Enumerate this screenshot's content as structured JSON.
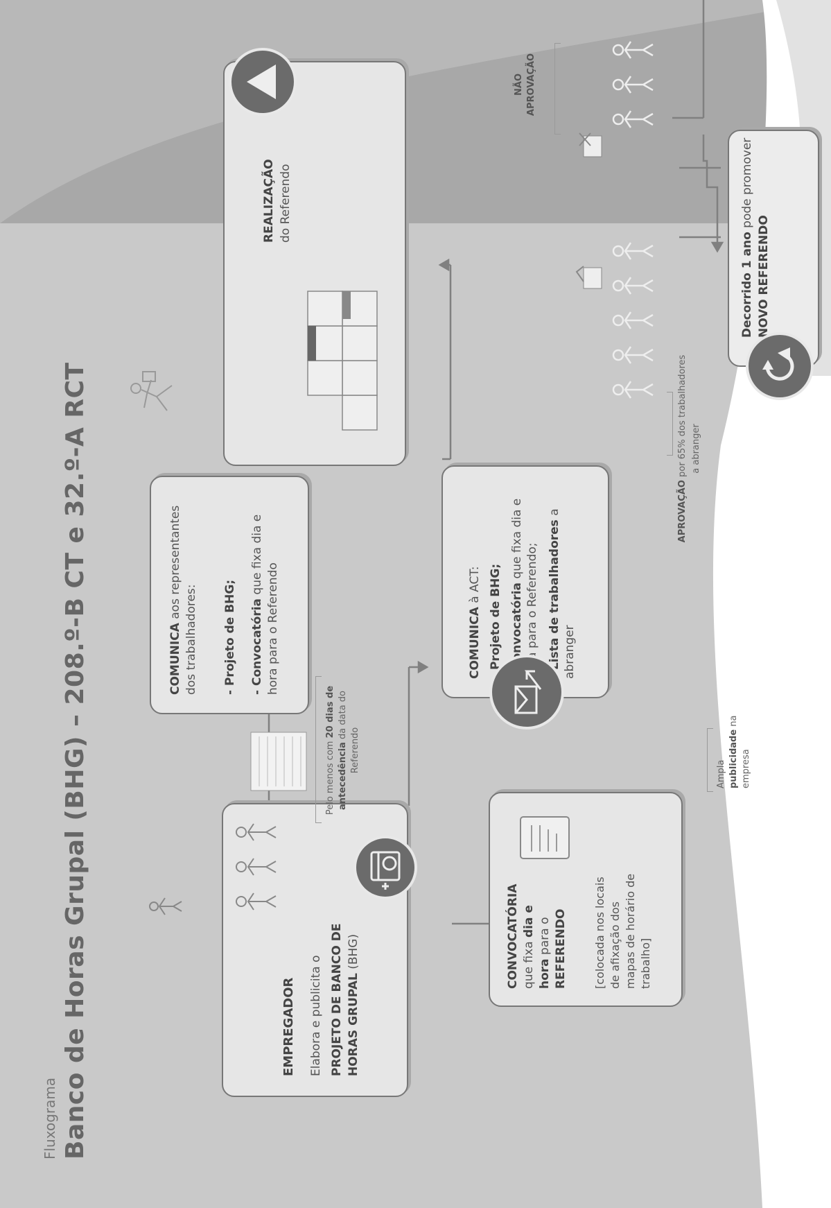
{
  "subtitle": "Fluxograma",
  "title": "Banco de Horas Grupal (BHG) – 208.º-B CT e 32.º-A RCT",
  "empregador": {
    "heading": "EMPREGADOR",
    "line1": "Elabora e publicita o",
    "line2_bold": "PROJETO DE BANCO DE HORAS GRUPAL",
    "line2_tail": "(BHG)"
  },
  "comunica_rep": {
    "lead_bold": "COMUNICA",
    "lead_tail": "aos representantes dos trabalhadores:",
    "item1": "- Projeto de BHG;",
    "item2_bold": "- Convocatória",
    "item2_tail": "que fixa dia e hora para o Referendo"
  },
  "antecedencia": {
    "pre": "Pelo menos com",
    "bold": "20 dias de antecedência",
    "post": "da data do Referendo"
  },
  "comunica_act": {
    "lead_bold": "COMUNICA",
    "lead_tail": "à ACT:",
    "item1": "- Projeto de BHG;",
    "item2_bold": "- Convocatória",
    "item2_tail": "que fixa dia e hora para o Referendo;",
    "item3_bold": "- Lista de trabalhadores",
    "item3_tail": "a abranger"
  },
  "convocatoria": {
    "bold1": "CONVOCATÓRIA",
    "t1": "que fixa",
    "bold2": "dia e hora",
    "t2": "para o",
    "bold3": "REFERENDO",
    "note": "[colocada nos locais de afixação dos mapas de horário de trabalho]"
  },
  "publicidade": {
    "pre": "Ampla",
    "bold": "publicidade",
    "post": "na empresa"
  },
  "realizacao": {
    "bold": "REALIZAÇÃO",
    "tail": "do Referendo"
  },
  "aprovacao": {
    "bold": "APROVAÇÃO",
    "tail": "por 65% dos trabalhadores a abranger"
  },
  "nao_aprovacao": {
    "line1": "NÃO",
    "line2": "APROVAÇÃO"
  },
  "decorrido": {
    "bold1": "Decorrido 1 ano",
    "t1": "pode promover",
    "bold2": "NOVO REFERENDO"
  },
  "colors": {
    "background": "#c9c9c9",
    "box_fill": "#e6e6e6",
    "circle": "#6b6b6b",
    "connector": "#808080",
    "band": "#a6a6a6"
  },
  "icons": [
    "people-icon",
    "calendar-plus-icon",
    "running-person-icon",
    "ballot-boxes-icon",
    "send-mail-icon",
    "document-icon",
    "vote-up-icon",
    "vote-down-icon",
    "renew-icon"
  ]
}
